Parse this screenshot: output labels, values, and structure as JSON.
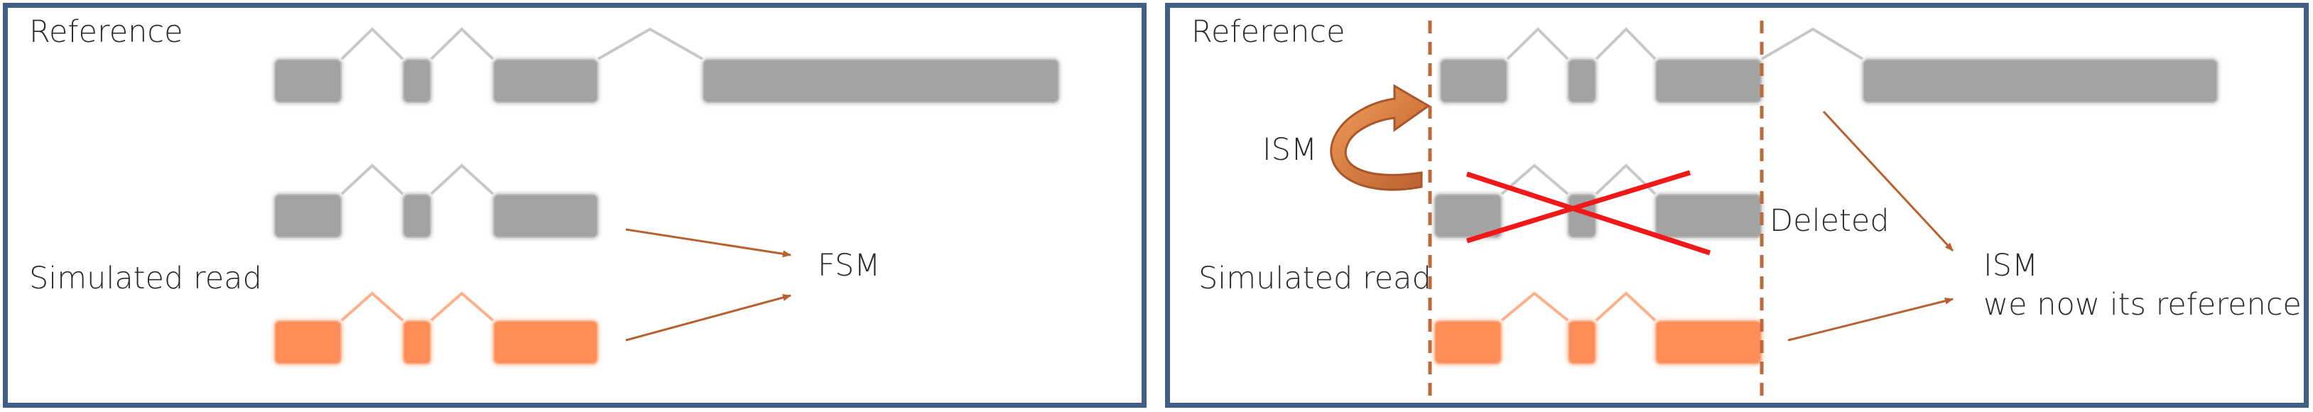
{
  "left_panel": {
    "reference_label": "Reference",
    "simulated_label": "Simulated read",
    "result_label": "FSM"
  },
  "right_panel": {
    "reference_label": "Reference",
    "simulated_label": "Simulated read",
    "ism_arrow_label": "ISM",
    "deleted_label": "Deleted",
    "result_label_line1": "ISM",
    "result_label_line2": "we now its reference"
  },
  "colors": {
    "panel_border": "#3f5f86",
    "reference_exon": "#a3a3a3",
    "read_exon": "#ff8d57",
    "intron_gray": "#c8c8c8",
    "intron_orange": "#ffb08a",
    "arrow": "#b8602f",
    "cross": "#f01818"
  }
}
